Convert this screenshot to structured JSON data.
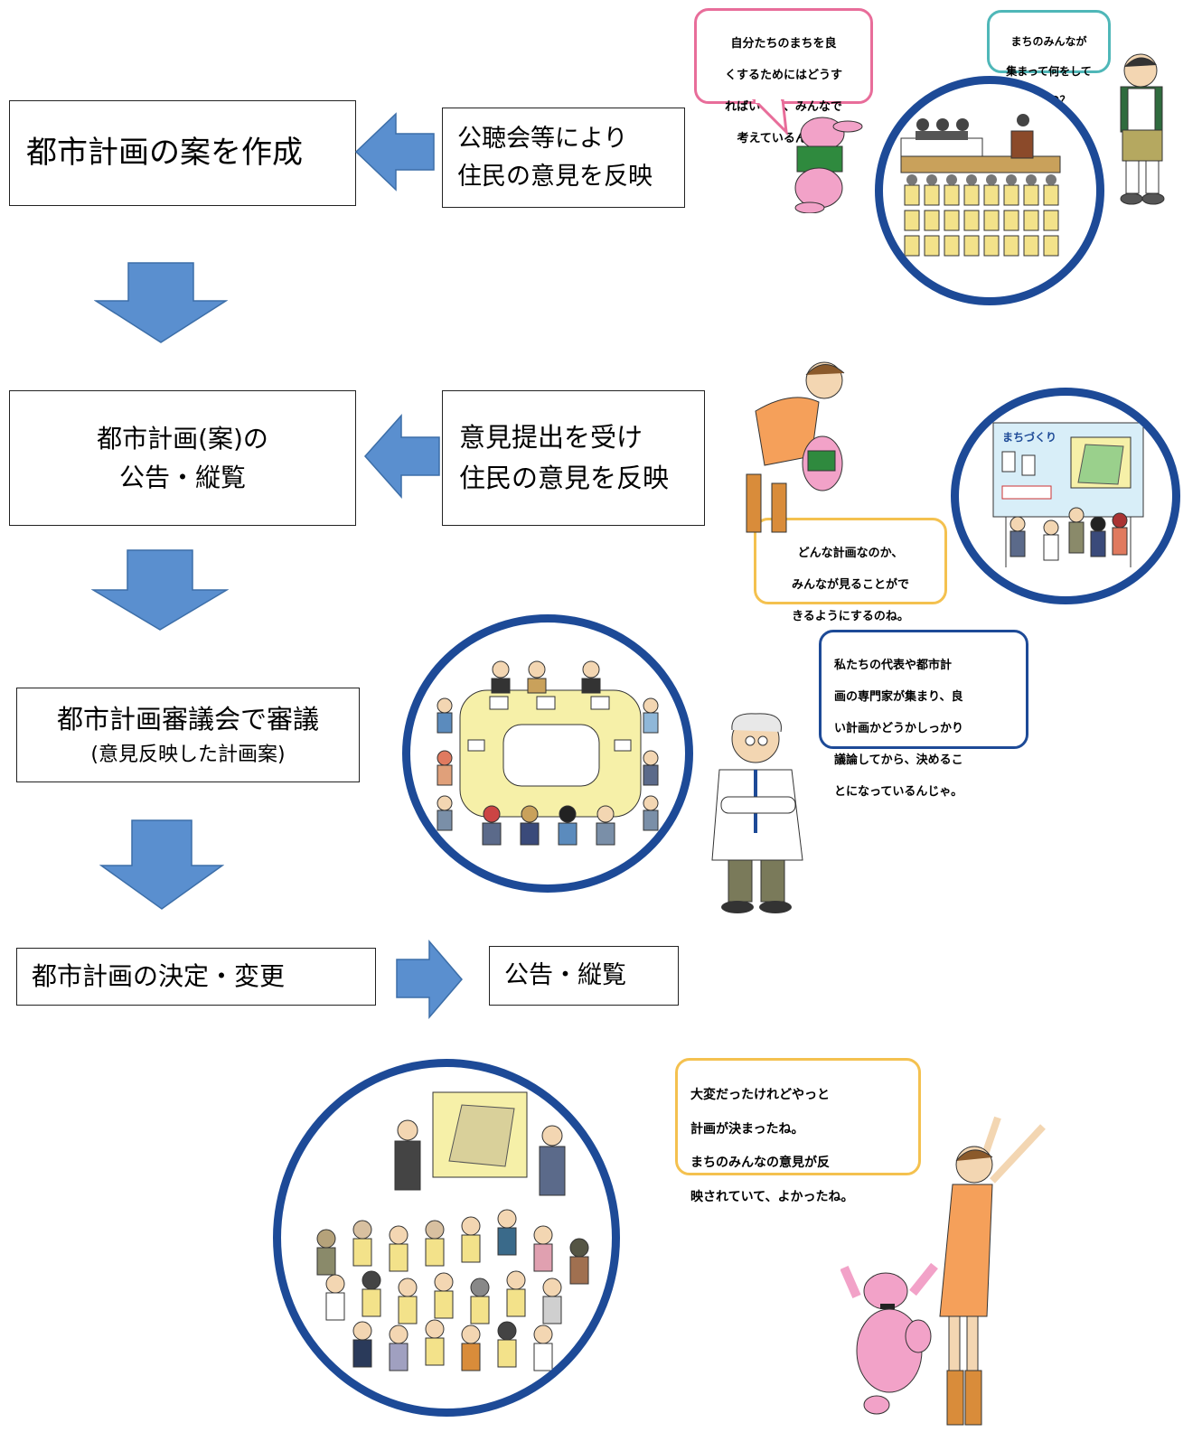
{
  "colors": {
    "arrow_fill": "#5a8fcf",
    "arrow_stroke": "#3c6ea8",
    "circle_border": "#1d4a97",
    "bubble_pink": "#e86d9a",
    "bubble_teal": "#4fb7b8",
    "bubble_yellow": "#f4c14f",
    "bubble_navy": "#1d4a97",
    "rabbit_pink": "#f2a2c8"
  },
  "steps": [
    {
      "lines": [
        "都市計画の案を作成"
      ]
    },
    {
      "lines": [
        "都市計画(案)の",
        "公告・縦覧"
      ]
    },
    {
      "lines": [
        "都市計画審議会で審議",
        "(意見反映した計画案)"
      ]
    },
    {
      "lines": [
        "都市計画の決定・変更"
      ]
    }
  ],
  "inputs": [
    {
      "lines": [
        "公聴会等により",
        "住民の意見を反映"
      ]
    },
    {
      "lines": [
        "意見提出を受け",
        "住民の意見を反映"
      ]
    }
  ],
  "output": {
    "lines": [
      "公告・縦覧"
    ]
  },
  "bubbles": {
    "rabbit_1": {
      "lines": [
        "自分たちのまちを良",
        "くするためにはどうす",
        "ればいいか、みんなで",
        "考えているんだ。"
      ]
    },
    "boy": {
      "lines": [
        "まちのみんなが",
        "集まって何をして",
        "いるの？"
      ]
    },
    "girl_1": {
      "lines": [
        "どんな計画なのか、",
        "みんなが見ることがで",
        "きるようにするのね。"
      ]
    },
    "professor": {
      "lines": [
        "私たちの代表や都市計",
        "画の専門家が集まり、良",
        "い計画かどうかしっかり",
        "議論してから、決めるこ",
        "とになっているんじゃ。"
      ]
    },
    "girl_2": {
      "lines": [
        "大変だったけれどやっと",
        "計画が決まったね。",
        "まちのみんなの意見が反",
        "映されていて、よかったね。"
      ]
    }
  },
  "illustrations": {
    "board_label": "まちづくり"
  }
}
